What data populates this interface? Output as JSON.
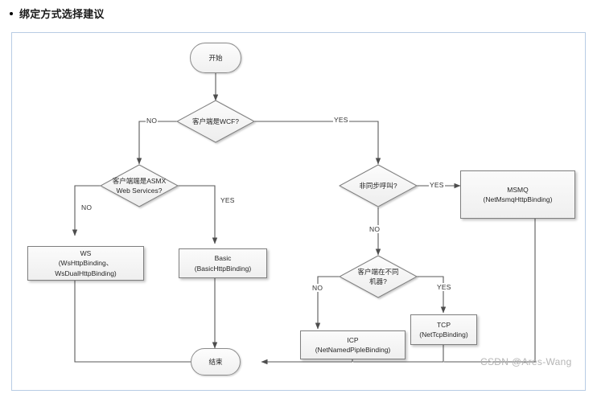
{
  "heading": {
    "bullet_icon": "bullet-dot-icon",
    "text": "绑定方式选择建议"
  },
  "watermark": {
    "text": "CSDN @Ares-Wang"
  },
  "flowchart": {
    "type": "flowchart",
    "nodes": [
      {
        "id": "start",
        "shape": "terminator",
        "label": "开始"
      },
      {
        "id": "is_wcf",
        "shape": "decision",
        "label": "客户端是WCF?"
      },
      {
        "id": "is_asmx",
        "shape": "decision",
        "label": "客户端端是ASMX\nWeb Services?"
      },
      {
        "id": "ws",
        "shape": "process",
        "label": "WS\n(WsHttpBinding、\nWsDualHttpBinding)"
      },
      {
        "id": "basic",
        "shape": "process",
        "label": "Basic\n(BasicHttpBinding)"
      },
      {
        "id": "is_async",
        "shape": "decision",
        "label": "非同步呼叫?"
      },
      {
        "id": "msmq",
        "shape": "process",
        "label": "MSMQ\n(NetMsmqHttpBinding)"
      },
      {
        "id": "diff_machine",
        "shape": "decision",
        "label": "客户端在不同\n机器?"
      },
      {
        "id": "icp",
        "shape": "process",
        "label": "ICP\n(NetNamedPipleBinding)"
      },
      {
        "id": "tcp",
        "shape": "process",
        "label": "TCP\n(NetTcpBinding)"
      },
      {
        "id": "end",
        "shape": "terminator",
        "label": "结束"
      }
    ],
    "edge_labels": {
      "wcf_no": "NO",
      "wcf_yes": "YES",
      "asmx_no": "NO",
      "asmx_yes": "YES",
      "async_yes": "YES",
      "async_no": "NO",
      "machine_no": "NO",
      "machine_yes": "YES"
    },
    "colors": {
      "frame_border": "#b8cce4",
      "node_border": "#7f7f7f",
      "node_fill": "#f2f2f2",
      "edge_line": "#595959",
      "text": "#262626",
      "watermark": "#b5b5b5"
    }
  }
}
